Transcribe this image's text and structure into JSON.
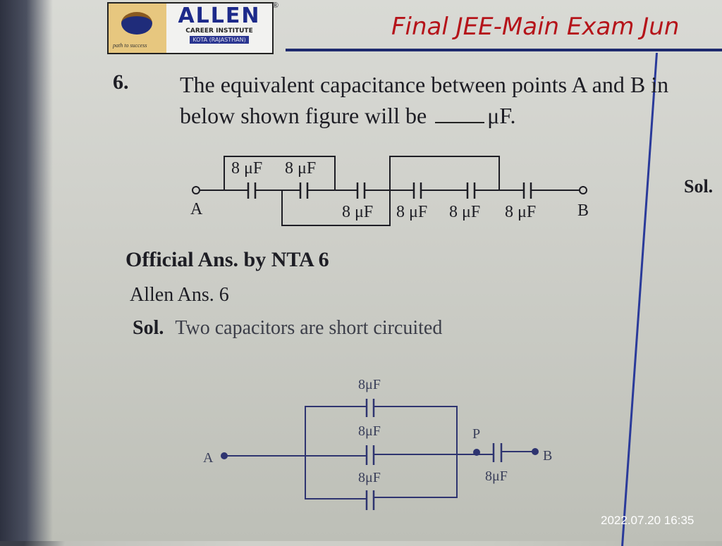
{
  "logo": {
    "name": "ALLEN",
    "subtitle": "CAREER INSTITUTE",
    "location": "KOTA (RAJASTHAN)",
    "tagline": "path to success",
    "registered": "®"
  },
  "header": {
    "title": "Final JEE-Main Exam Jun"
  },
  "question": {
    "number": "6.",
    "text_before": "The equivalent capacitance between points A and B in below shown figure will be",
    "unit": "μF."
  },
  "circuit1": {
    "terminal_a": "A",
    "terminal_b": "B",
    "labels": [
      "8 μF",
      "8 μF",
      "8 μF",
      "8 μF",
      "8 μF",
      "8 μF"
    ]
  },
  "side_column": {
    "sol_label": "Sol."
  },
  "official_answer": "Official Ans. by NTA 6",
  "allen_answer": "Allen Ans. 6",
  "solution": {
    "label": "Sol.",
    "text": "Two capacitors are short circuited"
  },
  "circuit2": {
    "terminal_a": "A",
    "terminal_b": "B",
    "node_p": "P",
    "labels": [
      "8μF",
      "8μF",
      "8μF",
      "8μF"
    ]
  },
  "timestamp": "2022.07.20 16:35",
  "colors": {
    "header_title": "#b5141a",
    "rule": "#1e2a6e",
    "logo_blue": "#1d2a8a"
  }
}
